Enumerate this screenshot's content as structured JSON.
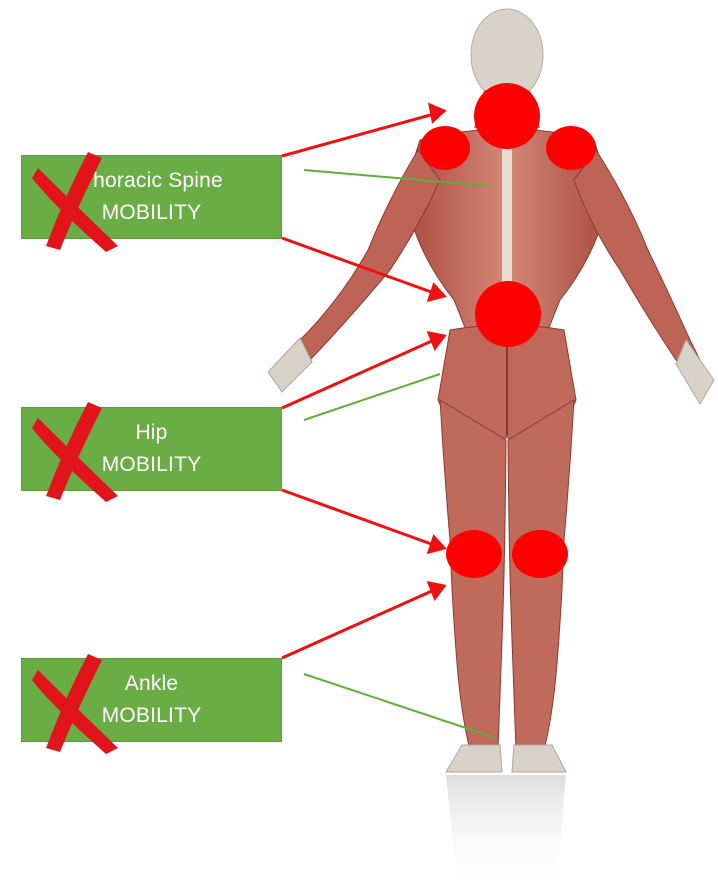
{
  "labels": [
    {
      "title": "Thoracic Spine",
      "subtitle": "MOBILITY"
    },
    {
      "title": "Hip",
      "subtitle": "MOBILITY"
    },
    {
      "title": "Ankle",
      "subtitle": "MOBILITY"
    }
  ],
  "colors": {
    "box_fill": "#6aad45",
    "box_text": "#ffffff",
    "arrow": "#ee1111",
    "pain_spot": "#ff0000",
    "connector_line": "#5fae3c",
    "muscle": "#c2685a",
    "cross": "#e0141a"
  },
  "icons": [
    "cross-mark-icon",
    "arrow-icon"
  ]
}
